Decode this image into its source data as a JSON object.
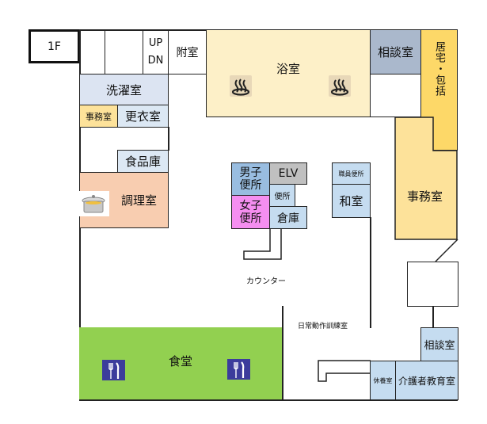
{
  "floor_label": "1F",
  "rooms": {
    "stairs_up": "UP",
    "stairs_down": "DN",
    "annex": "附室",
    "bath": "浴室",
    "consult_top": "相談室",
    "home_care": "居宅・包括",
    "laundry": "洗濯室",
    "office_small": "事務室",
    "changing": "更衣室",
    "pantry": "食品庫",
    "kitchen": "調理室",
    "mens_wc": "男子便所",
    "womens_wc": "女子便所",
    "elevator": "ELV",
    "wc": "便所",
    "storage": "倉庫",
    "staff_wc": "職員便所",
    "japanese_room": "和室",
    "office_main": "事務室",
    "counter": "カウンター",
    "adl_training": "日常動作訓練室",
    "dining": "食堂",
    "consult_bottom": "相談室",
    "rest_room": "休養室",
    "caregiver_edu": "介護者教育室"
  },
  "icons": {
    "bath_icon": "hot-spring",
    "kitchen_icon": "cooking-pot",
    "dining_icon": "fork-knife"
  },
  "colors": {
    "bath": "#fdf0c8",
    "consult_top": "#aab8cc",
    "home_care": "#fdd868",
    "office_main": "#fde29a",
    "laundry": "#dce4f2",
    "office_small": "#fde29a",
    "light_blue": "#c5dcf0",
    "kitchen": "#f8cdb0",
    "mens_wc": "#99bde0",
    "womens_wc": "#f58ef0",
    "elevator": "#c0c0c0",
    "dining": "#92d050",
    "dining_icon": "#3c3c9c"
  }
}
